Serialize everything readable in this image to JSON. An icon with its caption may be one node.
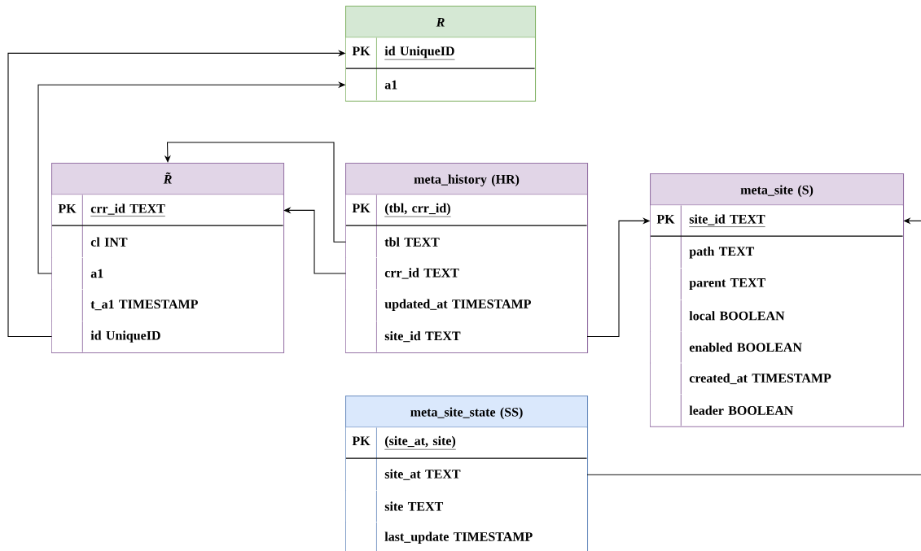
{
  "diagram": {
    "nodes": [
      {
        "text": [
          "R"
        ]
      },
      {
        "text": [
          "PK",
          "id UniqueID"
        ],
        "in": 0
      },
      {
        "text": [
          "a1"
        ],
        "in": 0
      },
      {
        "text": [
          "R̃"
        ]
      },
      {
        "text": [
          "PK",
          "crr_id TEXT"
        ],
        "in": 3
      },
      {
        "text": [
          "cl INT"
        ],
        "in": 3
      },
      {
        "text": [
          "a1"
        ],
        "in": 3
      },
      {
        "text": [
          "t_a1 TIMESTAMP"
        ],
        "in": 3
      },
      {
        "text": [
          "id UniqueID"
        ],
        "in": 3
      },
      {
        "text": [
          "meta_history (HR)"
        ]
      },
      {
        "text": [
          "PK",
          "(tbl, crr_id)"
        ],
        "in": 9
      },
      {
        "text": [
          "tbl TEXT"
        ],
        "in": 9
      },
      {
        "text": [
          "crr_id TEXT"
        ],
        "in": 9
      },
      {
        "text": [
          "updated_at TIMESTAMP"
        ],
        "in": 9
      },
      {
        "text": [
          "site_id TEXT"
        ],
        "in": 9
      },
      {
        "text": [
          "meta_site (S)"
        ]
      },
      {
        "text": [
          "PK",
          "site_id TEXT"
        ],
        "in": 15
      },
      {
        "text": [
          "path TEXT"
        ],
        "in": 15
      },
      {
        "text": [
          "parent TEXT"
        ],
        "in": 15
      },
      {
        "text": [
          "local BOOLEAN"
        ],
        "in": 15
      },
      {
        "text": [
          "enabled BOOLEAN"
        ],
        "in": 15
      },
      {
        "text": [
          "created_at TIMESTAMP"
        ],
        "in": 15
      },
      {
        "text": [
          "leader BOOLEAN"
        ],
        "in": 15
      },
      {
        "text": [
          "meta_site_state (SS)"
        ]
      },
      {
        "text": [
          "PK",
          "(site_at, site)"
        ],
        "in": 23
      },
      {
        "text": [
          "site_at TEXT"
        ],
        "in": 23
      },
      {
        "text": [
          "site TEXT"
        ],
        "in": 23
      },
      {
        "text": [
          "last_update TIMESTAMP"
        ],
        "in": 23
      }
    ],
    "edges": [
      {
        "from": 8,
        "to": 1,
        "arrow": "to"
      },
      {
        "from": 6,
        "to": 2,
        "arrow": "to"
      },
      {
        "from": 11,
        "to": 3,
        "arrow": "to"
      },
      {
        "from": 12,
        "to": 4,
        "arrow": "to"
      },
      {
        "from": 14,
        "to": 16,
        "arrow": "to"
      },
      {
        "from": null,
        "to": 16,
        "arrow": "to"
      },
      {
        "from": 25,
        "to": null,
        "arrow": "none"
      }
    ]
  }
}
